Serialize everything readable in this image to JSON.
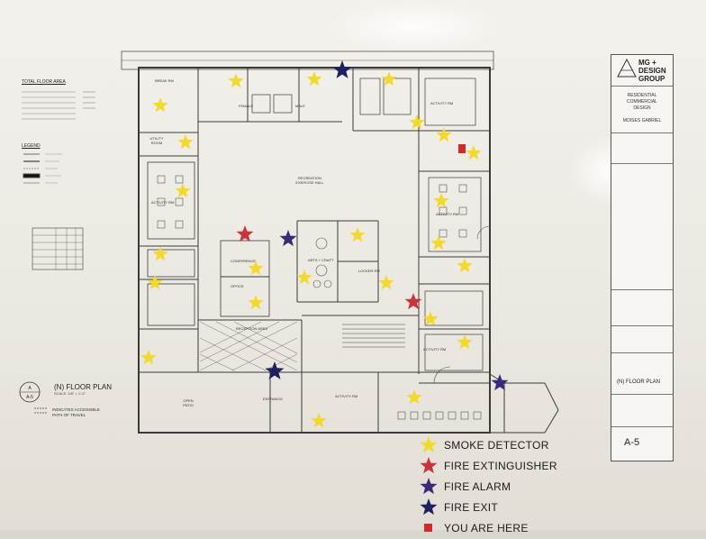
{
  "colors": {
    "smoke_detector": "#f2d92b",
    "fire_extinguisher": "#c8363b",
    "fire_alarm": "#3a2a7a",
    "fire_exit": "#1f2060",
    "you_are_here": "#d12a2a",
    "line": "#3a3a3a"
  },
  "title_block": {
    "logo_name": "MG +\nDESIGN\nGROUP",
    "project_line1": "RESIDENTIAL",
    "project_line2": "COMMERCIAL",
    "project_line3": "DESIGN",
    "designer": "MOISES GABRIEL",
    "plan_title": "(N) FLOOR PLAN",
    "sheet_number": "A-5"
  },
  "plan": {
    "title": "(N) FLOOR PLAN",
    "scale": "SCALE: 1/8\" = 1'-0\"",
    "accessible_note": "INDICATES ACCESSIBLE PATH OF TRAVEL",
    "sheet_ref": "A-5",
    "floor_area_head": "TOTAL FLOOR AREA",
    "legend_head": "LEGEND",
    "rooms": {
      "break_rm": "BREAK RM",
      "female": "FEMALE",
      "male": "MALE",
      "activity": "ACTIVITY RM",
      "recreation": "RECREATION EXERCISE HALL",
      "conference": "CONFERENCE",
      "office": "OFFICE",
      "arts": "ARTS + CRAFT",
      "locker": "LOCKER RM",
      "entrance": "ENTRANCE",
      "reception": "RECEPTION AREA",
      "utility": "UTILITY ROOM",
      "open_patio": "OPEN PATIO"
    }
  },
  "legend": [
    {
      "label": "SMOKE DETECTOR",
      "symbol": "yellow-star-icon"
    },
    {
      "label": "FIRE EXTINGUISHER",
      "symbol": "red-star-icon"
    },
    {
      "label": "FIRE ALARM",
      "symbol": "purple-star-icon"
    },
    {
      "label": "FIRE EXIT",
      "symbol": "navy-star-icon"
    },
    {
      "label": "YOU ARE HERE",
      "symbol": "red-square-icon"
    }
  ]
}
